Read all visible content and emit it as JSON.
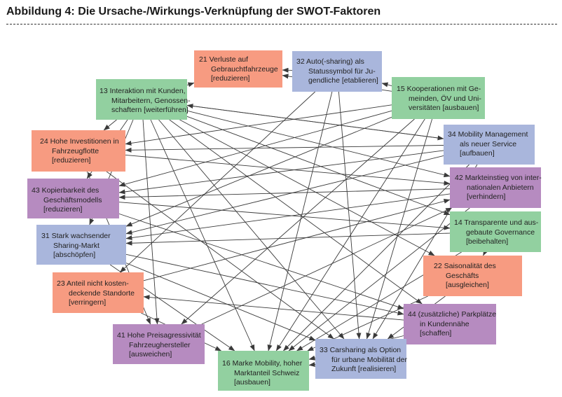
{
  "title": "Abbildung 4: Die Ursache-/Wirkungs-Verknüpfung der SWOT-Faktoren",
  "colors": {
    "salmon": "#f79b81",
    "green": "#92d0a0",
    "blue": "#a9b6dc",
    "purple": "#b68bc0",
    "edge": "#3a3a3a"
  },
  "nodes": [
    {
      "id": "n21",
      "lines": [
        "21  Verluste auf",
        "Gebrauchtfahrzeuge",
        "[reduzieren]"
      ]
    },
    {
      "id": "n32",
      "lines": [
        "32  Auto(-sharing) als",
        "Statussymbol für Ju-",
        "gendliche [etablieren]"
      ]
    },
    {
      "id": "n13",
      "lines": [
        "13  Interaktion mit Kunden,",
        "Mitarbeitern, Genossen-",
        "schaftern [weiterführen]"
      ]
    },
    {
      "id": "n15",
      "lines": [
        "15  Kooperationen mit Ge-",
        "meinden, ÖV und Uni-",
        "versitäten [ausbauen]"
      ]
    },
    {
      "id": "n24",
      "lines": [
        "24  Hohe Investitionen in",
        "Fahrzeugflotte",
        "[reduzieren]"
      ]
    },
    {
      "id": "n34",
      "lines": [
        "34  Mobility Management",
        "als neuer Service",
        "[aufbauen]"
      ]
    },
    {
      "id": "n43",
      "lines": [
        "43  Kopierbarkeit des",
        "Geschäftsmodells",
        "[reduzieren]"
      ]
    },
    {
      "id": "n42",
      "lines": [
        "42  Markteinstieg von inter-",
        "nationalen Anbietern",
        "[verhindern]"
      ]
    },
    {
      "id": "n14",
      "lines": [
        "14  Transparente und aus-",
        "gebaute Governance",
        "[beibehalten]"
      ]
    },
    {
      "id": "n31",
      "lines": [
        "31  Stark wachsender",
        "Sharing-Markt",
        "[abschöpfen]"
      ]
    },
    {
      "id": "n22",
      "lines": [
        "22  Saisonalität des",
        "Geschäfts",
        "[ausgleichen]"
      ]
    },
    {
      "id": "n23",
      "lines": [
        "23  Anteil nicht kosten-",
        "deckende Standorte",
        "[verringern]"
      ]
    },
    {
      "id": "n44",
      "lines": [
        "44  (zusätzliche) Parkplätze",
        "in Kundennähe",
        "[schaffen]"
      ]
    },
    {
      "id": "n41",
      "lines": [
        "41  Hohe Preisagressivität",
        "Fahrzeughersteller",
        "[ausweichen]"
      ]
    },
    {
      "id": "n33",
      "lines": [
        "33  Carsharing als Option",
        "für urbane Mobilität der",
        "Zukunft [realisieren]"
      ]
    },
    {
      "id": "n16",
      "lines": [
        "16  Marke Mobility, hoher",
        "Marktanteil Schweiz",
        "[ausbauen]"
      ]
    }
  ],
  "edges": [
    [
      "n13",
      "n21"
    ],
    [
      "n13",
      "n24"
    ],
    [
      "n13",
      "n43"
    ],
    [
      "n13",
      "n31"
    ],
    [
      "n13",
      "n41"
    ],
    [
      "n13",
      "n16"
    ],
    [
      "n13",
      "n34"
    ],
    [
      "n13",
      "n42"
    ],
    [
      "n13",
      "n14"
    ],
    [
      "n13",
      "n22"
    ],
    [
      "n13",
      "n44"
    ],
    [
      "n13",
      "n33"
    ],
    [
      "n15",
      "n32"
    ],
    [
      "n15",
      "n21"
    ],
    [
      "n15",
      "n24"
    ],
    [
      "n15",
      "n43"
    ],
    [
      "n15",
      "n31"
    ],
    [
      "n15",
      "n16"
    ],
    [
      "n15",
      "n33"
    ],
    [
      "n15",
      "n41"
    ],
    [
      "n32",
      "n21"
    ],
    [
      "n32",
      "n16"
    ],
    [
      "n32",
      "n33"
    ],
    [
      "n32",
      "n23"
    ],
    [
      "n34",
      "n24"
    ],
    [
      "n34",
      "n43"
    ],
    [
      "n34",
      "n31"
    ],
    [
      "n34",
      "n16"
    ],
    [
      "n34",
      "n33"
    ],
    [
      "n34",
      "n13"
    ],
    [
      "n42",
      "n31"
    ],
    [
      "n42",
      "n43"
    ],
    [
      "n42",
      "n16"
    ],
    [
      "n14",
      "n31"
    ],
    [
      "n14",
      "n22"
    ],
    [
      "n14",
      "n16"
    ],
    [
      "n24",
      "n41"
    ],
    [
      "n24",
      "n42"
    ],
    [
      "n24",
      "n33"
    ],
    [
      "n43",
      "n44"
    ],
    [
      "n43",
      "n14"
    ],
    [
      "n31",
      "n33"
    ],
    [
      "n31",
      "n16"
    ],
    [
      "n31",
      "n44"
    ],
    [
      "n23",
      "n16"
    ],
    [
      "n23",
      "n42"
    ],
    [
      "n22",
      "n33"
    ],
    [
      "n22",
      "n16"
    ],
    [
      "n44",
      "n16"
    ],
    [
      "n44",
      "n23"
    ],
    [
      "n41",
      "n42"
    ],
    [
      "n33",
      "n16"
    ]
  ]
}
